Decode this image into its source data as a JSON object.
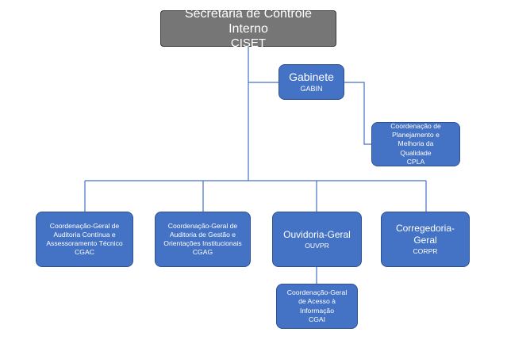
{
  "nodes": {
    "ciset": {
      "label": "Secretaria de Controle Interno",
      "abbr": "CISET"
    },
    "gabin": {
      "label": "Gabinete",
      "abbr": "GABIN"
    },
    "cpla": {
      "label": "Coordenação de Planejamento e Melhoria da Qualidade",
      "abbr": "CPLA"
    },
    "cgac": {
      "label": "Coordenação-Geral de Auditoria Contínua e Assessoramento Técnico",
      "abbr": "CGAC"
    },
    "cgag": {
      "label": "Coordenação-Geral de Auditoria de Gestão e Orientações Institucionais",
      "abbr": "CGAG"
    },
    "ouvpr": {
      "label": "Ouvidoria-Geral",
      "abbr": "OUVPR"
    },
    "corpr": {
      "label": "Corregedoria-Geral",
      "abbr": "CORPR"
    },
    "cgai": {
      "label": "Coordenação-Geral de Acesso à Informação",
      "abbr": "CGAI"
    }
  },
  "colors": {
    "node_fill": "#4472c4",
    "node_border": "#2f528f",
    "top_fill": "#767676",
    "top_border": "#3b3b3b",
    "connector": "#4472c4",
    "text": "#ffffff"
  }
}
